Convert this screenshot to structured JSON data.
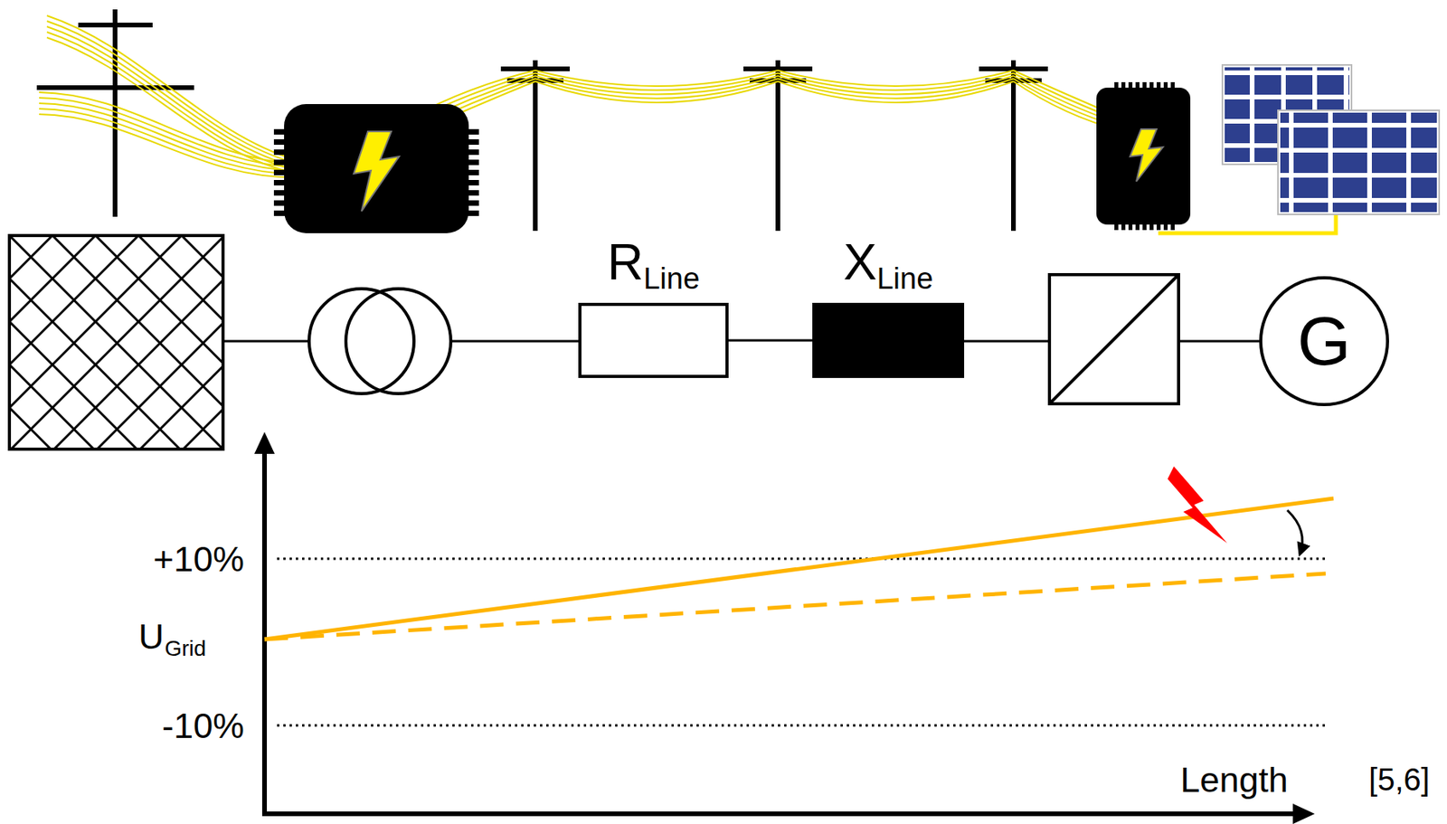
{
  "diagram": {
    "nodes": [
      {
        "text": [
          "R",
          "Line"
        ]
      },
      {
        "text": [
          "X",
          "Line"
        ]
      },
      {
        "text": [
          "G"
        ]
      }
    ],
    "edges": [
      {
        "from": 0,
        "to": 1,
        "arrow": "none"
      }
    ],
    "labels": [
      "+10%",
      "U",
      "Grid",
      "-10%",
      "Length",
      "[5,6]"
    ]
  }
}
